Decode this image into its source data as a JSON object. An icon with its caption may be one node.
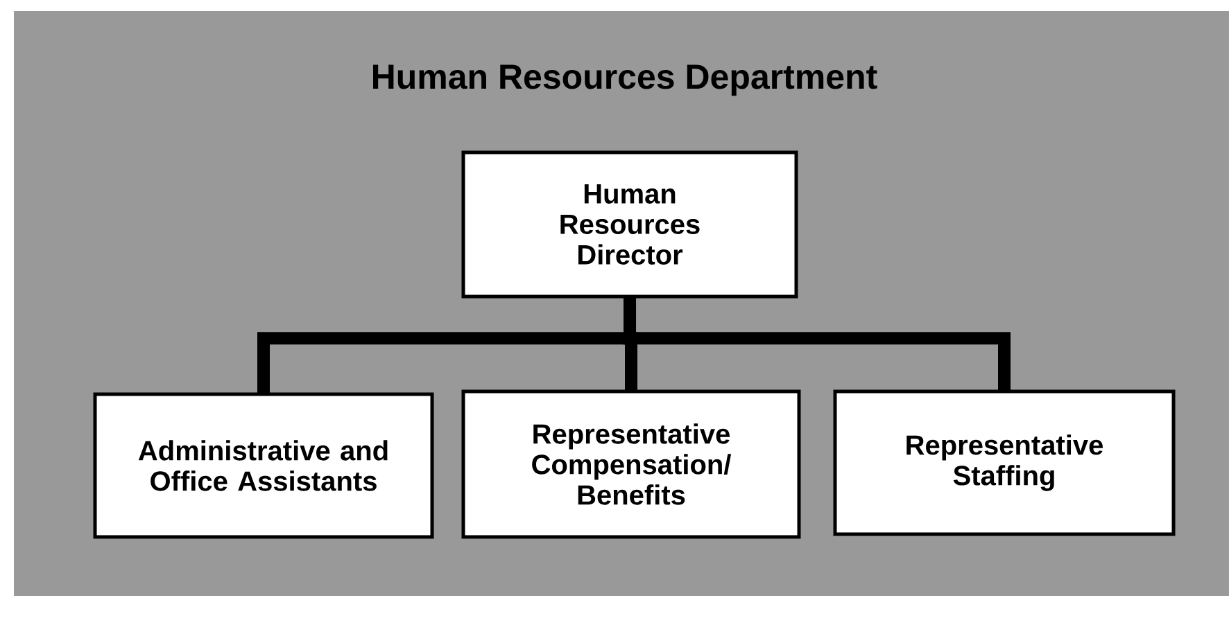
{
  "diagram": {
    "title": "Human Resources Department",
    "nodes": [
      {
        "text": [
          "Human Resources Director"
        ]
      },
      {
        "text": [
          "Administrative and Office Assistants"
        ]
      },
      {
        "text": [
          "Representative Compensation/ Benefits"
        ]
      },
      {
        "text": [
          "Representative Staffing"
        ]
      }
    ],
    "edges": [
      {
        "from": 0,
        "to": 1,
        "arrow": "none"
      },
      {
        "from": 0,
        "to": 2,
        "arrow": "none"
      },
      {
        "from": 0,
        "to": 3,
        "arrow": "none"
      }
    ]
  }
}
